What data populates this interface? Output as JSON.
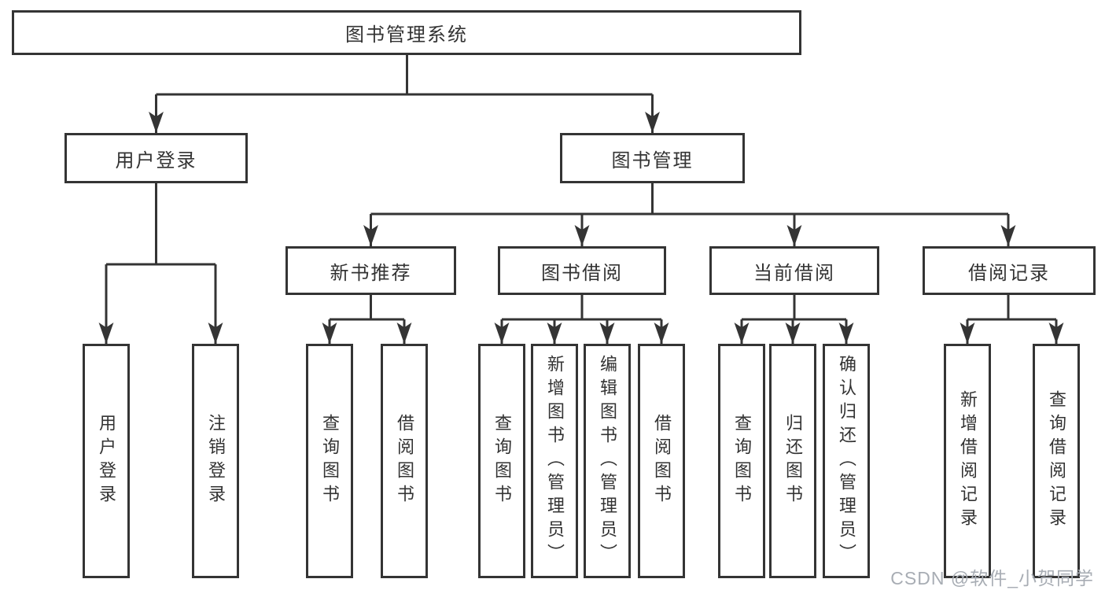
{
  "diagram": {
    "title": "图书管理系统",
    "modules": {
      "user_login": {
        "label": "用户登录",
        "children": [
          "用户登录",
          "注销登录"
        ]
      },
      "book_management": {
        "label": "图书管理"
      }
    },
    "submodules": {
      "new_book_recommend": {
        "label": "新书推荐",
        "children": [
          "查询图书",
          "借阅图书"
        ]
      },
      "book_borrow": {
        "label": "图书借阅",
        "children": [
          "查询图书",
          "新增图书（管理员）",
          "编辑图书（管理员）",
          "借阅图书"
        ]
      },
      "current_borrow": {
        "label": "当前借阅",
        "children": [
          "查询图书",
          "归还图书",
          "确认归还（管理员）"
        ]
      },
      "borrow_records": {
        "label": "借阅记录",
        "children": [
          "新增借阅记录",
          "查询借阅记录"
        ]
      }
    }
  },
  "watermark": {
    "text": "CSDN @软件_小贺同学"
  },
  "colors": {
    "line": "#343434",
    "text": "#333333",
    "watermark": "#a8adb4"
  }
}
